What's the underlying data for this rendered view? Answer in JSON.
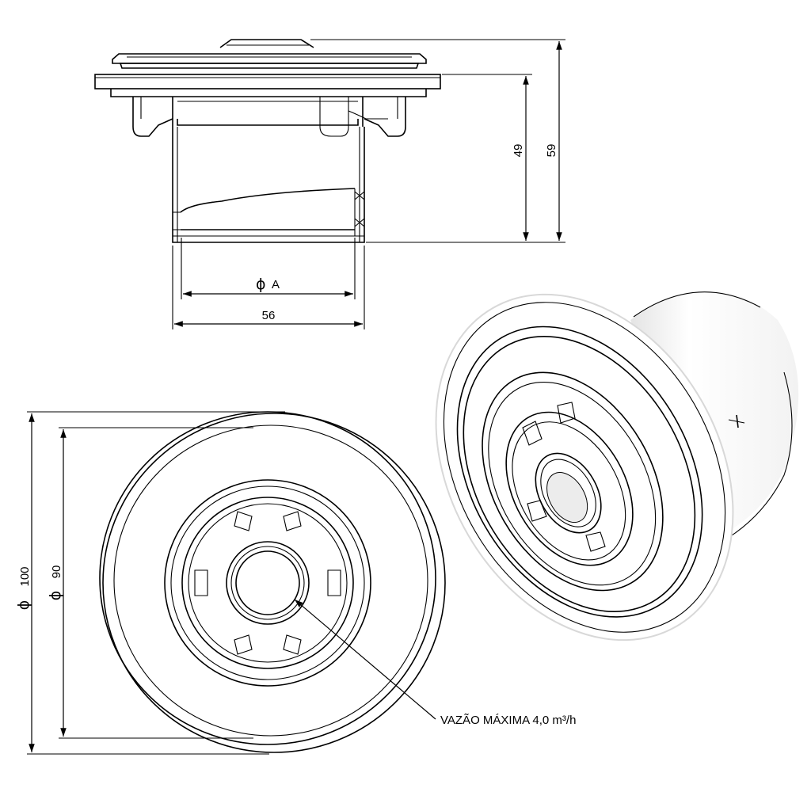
{
  "dimensions": {
    "height_total": "59",
    "height_body": "49",
    "width_outer": "56",
    "diameter_inner_label": "A",
    "diameter_outer": "100",
    "diameter_flange": "90",
    "diameter_symbol": "ϕ"
  },
  "annotation": {
    "flow_max": "VAZÃO MÁXIMA 4,0 m³/h"
  }
}
